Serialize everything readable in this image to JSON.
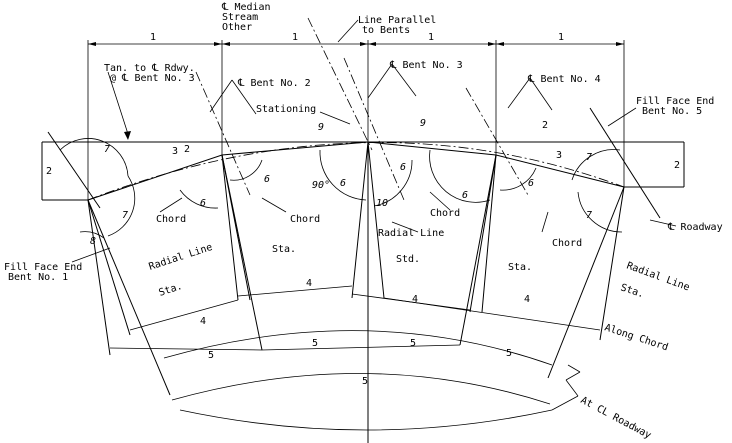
{
  "labels": {
    "median_stream_other": [
      "℄ Median",
      "Stream",
      "Other"
    ],
    "line_parallel_to_bents": [
      "Line Parallel",
      "to Bents"
    ],
    "tan_to_rdwy": [
      "Tan. to ℄ Rdwy.",
      "@ ℄ Bent No. 3"
    ],
    "bent_no_2": "℄ Bent No. 2",
    "bent_no_3": "℄ Bent No. 3",
    "bent_no_4": "℄ Bent No. 4",
    "fill_face_end_bent_5": [
      "Fill Face End",
      "Bent No. 5"
    ],
    "fill_face_end_bent_1": [
      "Fill Face End",
      "Bent No. 1"
    ],
    "stationing": "Stationing",
    "chord": "Chord",
    "radial_line": "Radial Line",
    "sta": "Sta.",
    "std": "Std.",
    "cl_roadway": "℄ Roadway",
    "along_chord": "Along Chord",
    "at_cl_roadway": "At CL Roadway",
    "angle_90": "90°"
  },
  "numbers": {
    "one": "1",
    "two": "2",
    "three": "3",
    "four": "4",
    "five": "5",
    "six": "6",
    "seven": "7",
    "eight": "8",
    "nine": "9",
    "ten": "10"
  }
}
